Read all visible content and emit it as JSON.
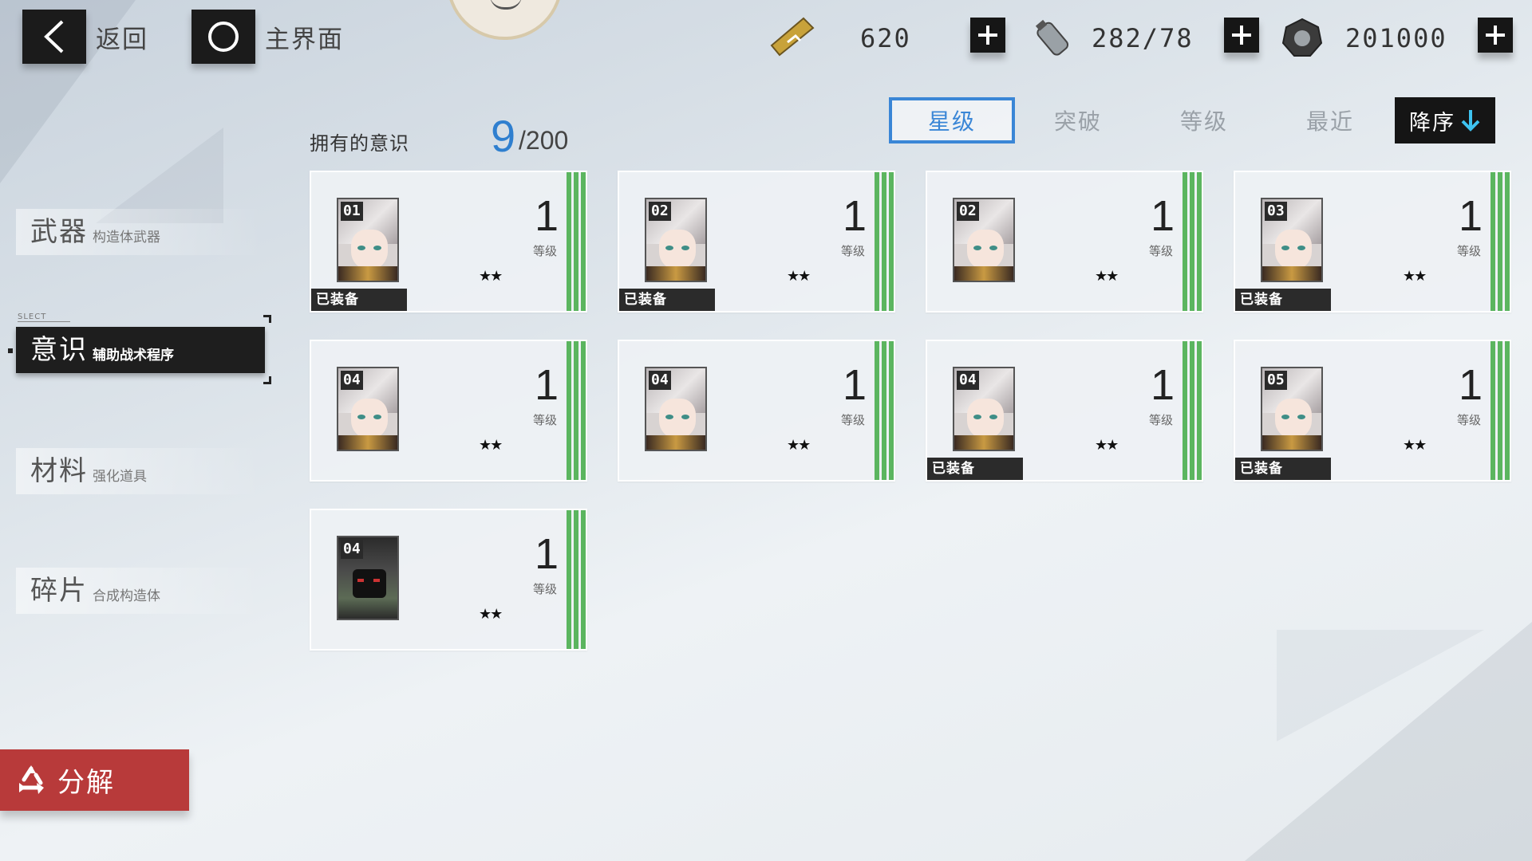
{
  "topbar": {
    "back_label": "返回",
    "home_label": "主界面"
  },
  "resources": [
    {
      "name": "ticket",
      "icon": "gold-ticket-icon",
      "value": "620"
    },
    {
      "name": "battery",
      "icon": "battery-icon",
      "value": "282/78"
    },
    {
      "name": "coins",
      "icon": "gear-coin-icon",
      "value": "201000"
    }
  ],
  "sidebar": {
    "select_hint": "SLECT",
    "items": [
      {
        "main": "武器",
        "sub": "构造体武器",
        "active": false
      },
      {
        "main": "意识",
        "sub": "辅助战术程序",
        "active": true
      },
      {
        "main": "材料",
        "sub": "强化道具",
        "active": false
      },
      {
        "main": "碎片",
        "sub": "合成构造体",
        "active": false
      }
    ]
  },
  "inventory": {
    "owned_label": "拥有的意识",
    "owned_count": "9",
    "owned_total": "/200"
  },
  "sort": {
    "tabs": [
      "星级",
      "突破",
      "等级",
      "最近"
    ],
    "active_tab": "星级",
    "order_label": "降序"
  },
  "cards": [
    {
      "slot": "01",
      "level": "1",
      "level_label": "等级",
      "stars": "★★",
      "equipped": "已装备",
      "dark": false
    },
    {
      "slot": "02",
      "level": "1",
      "level_label": "等级",
      "stars": "★★",
      "equipped": "已装备",
      "dark": false
    },
    {
      "slot": "02",
      "level": "1",
      "level_label": "等级",
      "stars": "★★",
      "equipped": "",
      "dark": false
    },
    {
      "slot": "03",
      "level": "1",
      "level_label": "等级",
      "stars": "★★",
      "equipped": "已装备",
      "dark": false
    },
    {
      "slot": "04",
      "level": "1",
      "level_label": "等级",
      "stars": "★★",
      "equipped": "",
      "dark": false
    },
    {
      "slot": "04",
      "level": "1",
      "level_label": "等级",
      "stars": "★★",
      "equipped": "",
      "dark": false
    },
    {
      "slot": "04",
      "level": "1",
      "level_label": "等级",
      "stars": "★★",
      "equipped": "已装备",
      "dark": false
    },
    {
      "slot": "05",
      "level": "1",
      "level_label": "等级",
      "stars": "★★",
      "equipped": "已装备",
      "dark": false
    },
    {
      "slot": "04",
      "level": "1",
      "level_label": "等级",
      "stars": "★★",
      "equipped": "",
      "dark": true
    }
  ],
  "actions": {
    "decompose_label": "分解"
  },
  "colors": {
    "accent_blue": "#3a86d6",
    "count_blue": "#2f7fcf",
    "green_bar": "#5bb55f",
    "decompose_red": "#b83a3a"
  }
}
